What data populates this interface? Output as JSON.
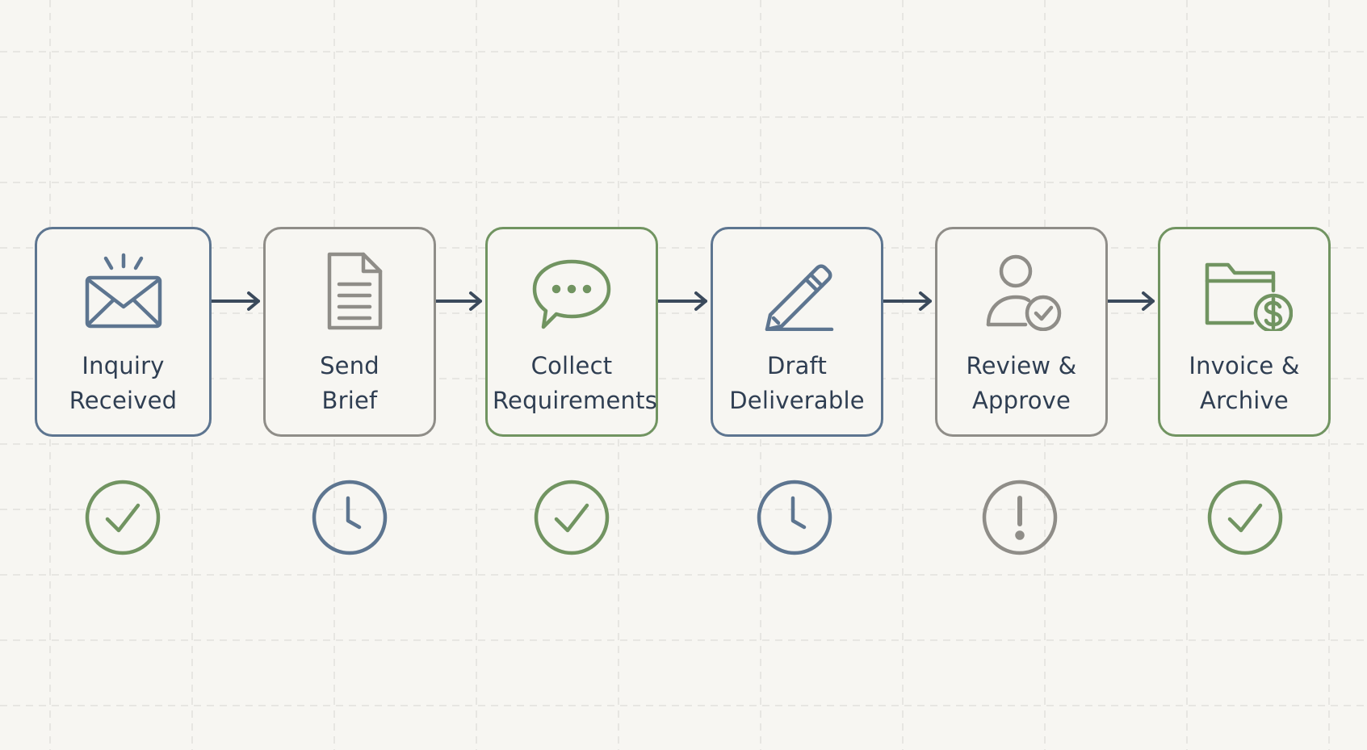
{
  "steps": [
    {
      "label": "Inquiry\nReceived",
      "icon": "envelope-icon",
      "color": "#5d7590",
      "status": "done",
      "status_color": "#719461"
    },
    {
      "label": "Send\nBrief",
      "icon": "document-icon",
      "color": "#8f8d88",
      "status": "pending",
      "status_color": "#5d7590"
    },
    {
      "label": "Collect\nRequirements",
      "icon": "chat-bubble-icon",
      "color": "#719461",
      "status": "done",
      "status_color": "#719461"
    },
    {
      "label": "Draft\nDeliverable",
      "icon": "pencil-icon",
      "color": "#5d7590",
      "status": "pending",
      "status_color": "#5d7590"
    },
    {
      "label": "Review &\nApprove",
      "icon": "user-check-icon",
      "color": "#8f8d88",
      "status": "attention",
      "status_color": "#8f8d88"
    },
    {
      "label": "Invoice &\nArchive",
      "icon": "folder-dollar-icon",
      "color": "#719461",
      "status": "done",
      "status_color": "#719461"
    }
  ],
  "colors": {
    "background": "#f7f6f2",
    "grid": "#e2e1dc",
    "text": "#2f3e52",
    "arrow": "#3b4a5c",
    "blue": "#5d7590",
    "grey": "#8f8d88",
    "green": "#719461"
  }
}
